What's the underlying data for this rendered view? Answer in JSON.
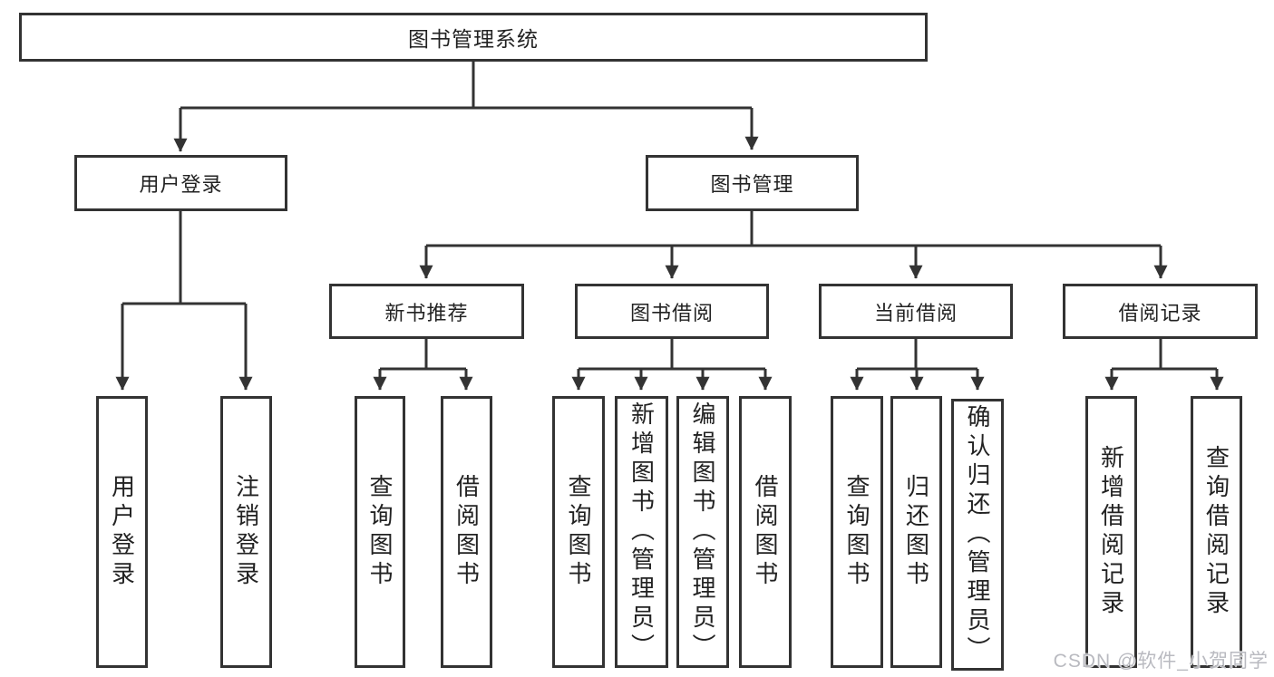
{
  "tree": {
    "label": "图书管理系统",
    "children": [
      {
        "label": "用户登录",
        "children": [
          {
            "label": "用户登录"
          },
          {
            "label": "注销登录"
          }
        ]
      },
      {
        "label": "图书管理",
        "children": [
          {
            "label": "新书推荐",
            "children": [
              {
                "label": "查询图书"
              },
              {
                "label": "借阅图书"
              }
            ]
          },
          {
            "label": "图书借阅",
            "children": [
              {
                "label": "查询图书"
              },
              {
                "label": "新增图书（管理员）"
              },
              {
                "label": "编辑图书（管理员）"
              },
              {
                "label": "借阅图书"
              }
            ]
          },
          {
            "label": "当前借阅",
            "children": [
              {
                "label": "查询图书"
              },
              {
                "label": "归还图书"
              },
              {
                "label": "确认归还（管理员）"
              }
            ]
          },
          {
            "label": "借阅记录",
            "children": [
              {
                "label": "新增借阅记录"
              },
              {
                "label": "查询借阅记录"
              }
            ]
          }
        ]
      }
    ]
  },
  "watermark": {
    "text": "CSDN @软件_小贺同学"
  },
  "colors": {
    "line": "#333333",
    "box_border": "#333333",
    "text": "#222222",
    "watermark": "#b9bac0",
    "background": "#ffffff"
  }
}
